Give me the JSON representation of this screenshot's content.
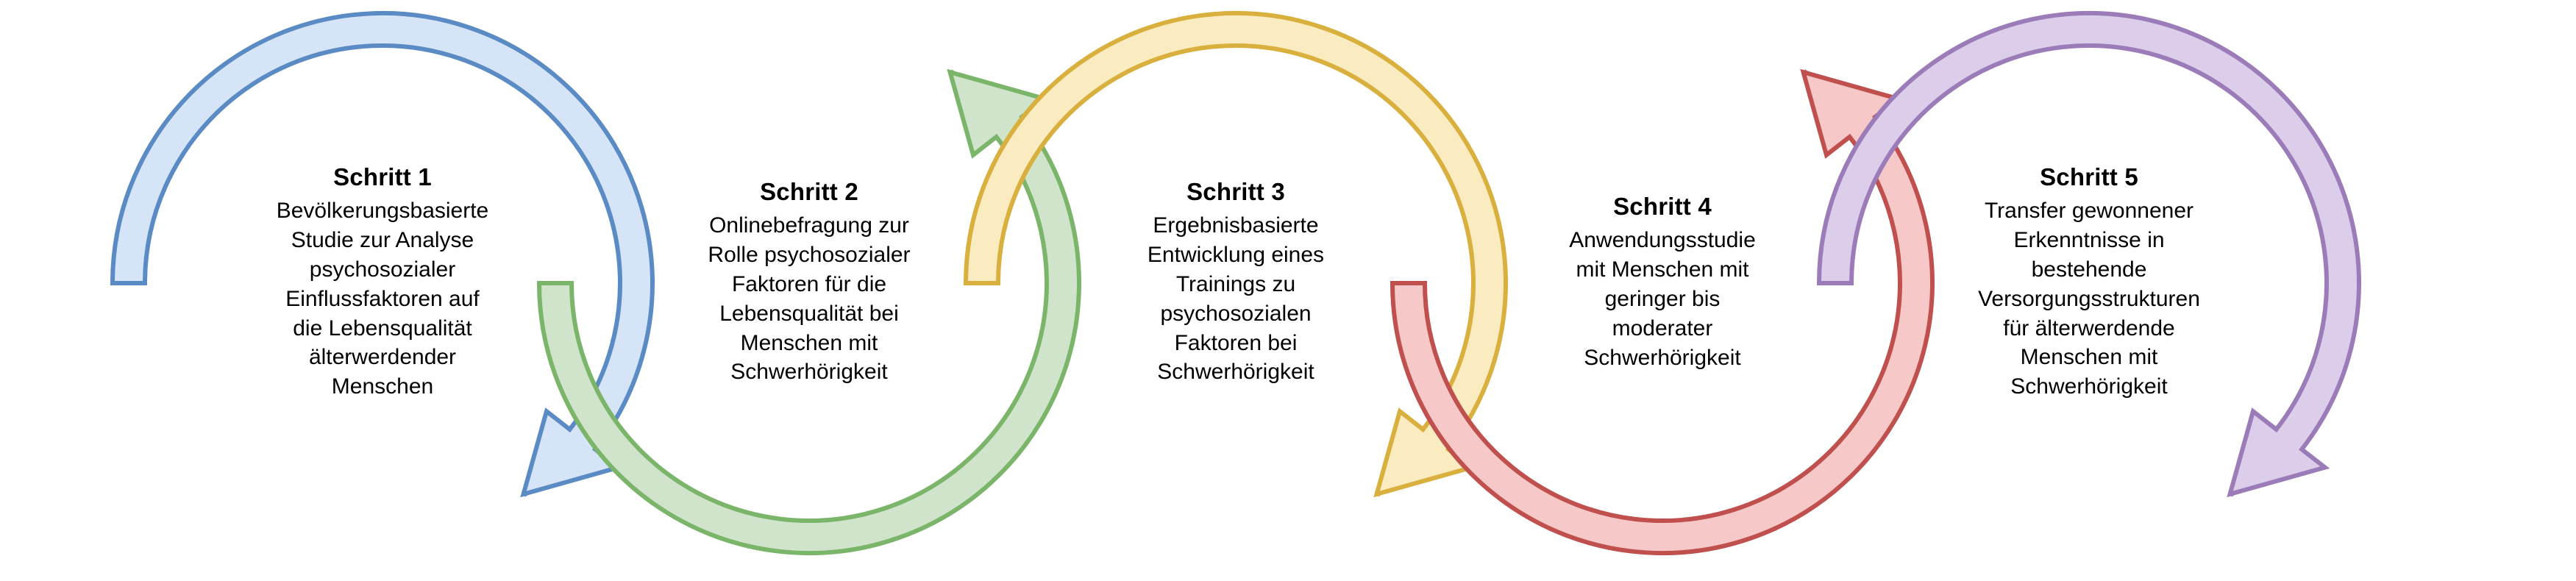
{
  "figure": {
    "title": "",
    "background_color": "#ffffff",
    "text_color": "#000000",
    "step_count": 5
  },
  "steps": [
    {
      "heading": "Schritt 1",
      "body_lines": [
        "Bevölkerungsbasierte",
        "Studie zur Analyse",
        "psychosozialer",
        "Einflussfaktoren auf",
        "die Lebensqualität",
        "älterwerdender",
        "Menschen"
      ],
      "body_text": "Bevölkerungsbasierte Studie zur Analyse psychosozialer Einflussfaktoren auf die Lebensqualität älterwerdender Menschen",
      "fill_color": "#D6E4F7",
      "stroke_color": "#5B8BC4",
      "arrow_direction": "down",
      "solid_arc_position": "top",
      "dashed_arc_position": "bottom"
    },
    {
      "heading": "Schritt 2",
      "body_lines": [
        "Onlinebefragung zur",
        "Rolle psychosozialer",
        "Faktoren für die",
        "Lebensqualität bei",
        "Menschen mit",
        "Schwerhörigkeit"
      ],
      "body_text": "Onlinebefragung zur Rolle psychosozialer Faktoren für die Lebensqualität bei Menschen mit Schwerhörigkeit",
      "fill_color": "#CFE4CB",
      "stroke_color": "#7AB569",
      "arrow_direction": "up",
      "solid_arc_position": "bottom",
      "dashed_arc_position": "top"
    },
    {
      "heading": "Schritt 3",
      "body_lines": [
        "Ergebnisbasierte",
        "Entwicklung eines",
        "Trainings zu",
        "psychosozialen",
        "Faktoren bei",
        "Schwerhörigkeit"
      ],
      "body_text": "Ergebnisbasierte Entwicklung eines Trainings zu psychosozialen Faktoren bei Schwerhörigkeit",
      "fill_color": "#FBEBC0",
      "stroke_color": "#D9B03E",
      "arrow_direction": "down",
      "solid_arc_position": "top",
      "dashed_arc_position": "bottom"
    },
    {
      "heading": "Schritt 4",
      "body_lines": [
        "Anwendungsstudie",
        "mit Menschen mit",
        "geringer bis",
        "moderater",
        "Schwerhörigkeit"
      ],
      "body_text": "Anwendungsstudie mit Menschen mit geringer bis moderater Schwerhörigkeit",
      "fill_color": "#F6C8C7",
      "stroke_color": "#C0504D",
      "arrow_direction": "up",
      "solid_arc_position": "bottom",
      "dashed_arc_position": "top"
    },
    {
      "heading": "Schritt 5",
      "body_lines": [
        "Transfer gewonnener",
        "Erkenntnisse in",
        "bestehende",
        "Versorgungsstrukturen",
        "für älterwerdende",
        "Menschen mit",
        "Schwerhörigkeit"
      ],
      "body_text": "Transfer gewonnener Erkenntnisse in bestehende Versorgungsstrukturen für älterwerdende Menschen mit Schwerhörigkeit",
      "fill_color": "#DCCEEA",
      "stroke_color": "#9B7CB8",
      "arrow_direction": "down",
      "solid_arc_position": "top",
      "dashed_arc_position": "bottom"
    }
  ]
}
